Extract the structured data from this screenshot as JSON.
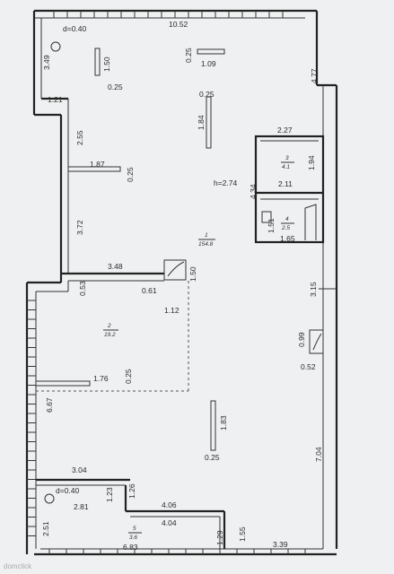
{
  "dimensions": {
    "top_width": "10.52",
    "right_upper": "4.77",
    "left_top": "3.49",
    "beam_top_left": "1.50",
    "beam_top_left_w": "0.25",
    "beam_top_mid": "0.25",
    "beam_top_mid_w": "1.09",
    "beam_center": "0.25",
    "beam_center_len": "1.84",
    "notch_top": "1.21",
    "left_upper": "2.55",
    "wall_stub": "1.87",
    "wall_stub_w": "0.25",
    "left_mid": "3.72",
    "ceiling_height": "h=2.74",
    "room3_width_top": "2.27",
    "room3_height": "1.94",
    "room3_width_bottom": "2.11",
    "rooms_34_height": "4.34",
    "room4_height": "1.51",
    "room4_width": "1.65",
    "partition_wall": "3.48",
    "col_w": "0.61",
    "col_depth": "1.50",
    "col_front": "1.12",
    "left_step": "0.53",
    "right_mid": "3.15",
    "right_col_h": "0.99",
    "right_col_w": "0.52",
    "wall_stub2": "1.76",
    "wall_stub2_w": "0.25",
    "left_lower": "6.67",
    "beam_lower": "1.83",
    "beam_lower_w": "0.25",
    "right_lower": "7.04",
    "room5_wall_top": "3.04",
    "diameter_bottom": "d=0.40",
    "room5_height_a": "1.23",
    "room5_height_b": "1.26",
    "room5_width_top": "4.06",
    "room5_width_inner": "2.81",
    "room5_left": "2.51",
    "room5_width_bottom": "4.04",
    "room5_right": "1.29",
    "step_right": "1.55",
    "bottom_left": "6.83",
    "bottom_right": "3.39",
    "diameter_top": "d=0.40"
  },
  "rooms": [
    {
      "number": "1",
      "area": "154.8"
    },
    {
      "number": "2",
      "area": "19.2"
    },
    {
      "number": "3",
      "area": "4.1"
    },
    {
      "number": "4",
      "area": "2.5"
    },
    {
      "number": "5",
      "area": "3.6"
    }
  ],
  "watermark": "domclick"
}
